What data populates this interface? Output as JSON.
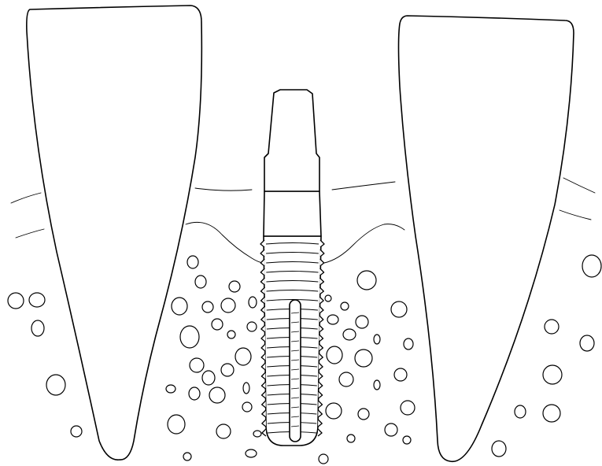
{
  "figure": {
    "type": "line-drawing",
    "subject": "dental-implant-between-teeth",
    "colors": {
      "background": "#ffffff",
      "stroke": "#000000"
    },
    "elements": [
      "left-tooth",
      "right-tooth",
      "dental-implant",
      "gum-line",
      "bone-tissue"
    ]
  }
}
